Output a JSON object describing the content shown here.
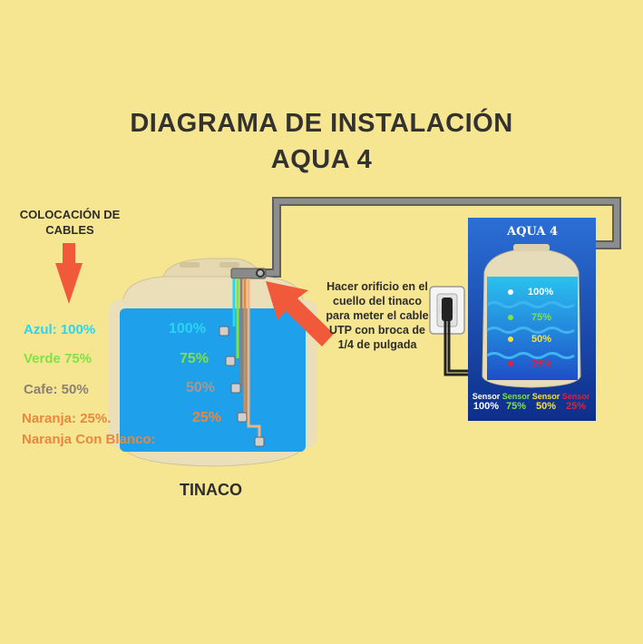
{
  "title": {
    "line1": "DIAGRAMA DE INSTALACIÓN",
    "line2": "AQUA 4"
  },
  "cable_placement": {
    "heading": "COLOCACIÓN DE CABLES"
  },
  "cable_legend": [
    {
      "label": "Azul: 100%",
      "color": "#27d6f2"
    },
    {
      "label": "Verde 75%",
      "color": "#7fe247"
    },
    {
      "label": "Cafe: 50%",
      "color": "#8b8073"
    },
    {
      "label": "Naranja: 25%.",
      "color": "#e8883f"
    },
    {
      "label": "Naranja Con Blanco:",
      "color": "#e8883f"
    }
  ],
  "tank_levels": [
    {
      "label": "100%",
      "color": "#27d6f2"
    },
    {
      "label": "75%",
      "color": "#7fe247"
    },
    {
      "label": "50%",
      "color": "#a49b8e"
    },
    {
      "label": "25%",
      "color": "#e8883f"
    }
  ],
  "tank_label": "TINACO",
  "drill_note": "Hacer orificio en el cuello del tinaco para meter el cable UTP con broca de 1/4 de pulgada",
  "panel": {
    "title": "AQUA 4",
    "levels": [
      {
        "label": "100%",
        "color": "#ffffff"
      },
      {
        "label": "75%",
        "color": "#7fe247"
      },
      {
        "label": "50%",
        "color": "#f7e23a"
      },
      {
        "label": "25%",
        "color": "#e0203c"
      }
    ],
    "sensors": [
      {
        "word": "Sensor",
        "value": "100%",
        "word_color": "#ffffff",
        "value_color": "#ffffff"
      },
      {
        "word": "Sensor",
        "value": "75%",
        "word_color": "#7fe247",
        "value_color": "#7fe247"
      },
      {
        "word": "Sensor",
        "value": "50%",
        "word_color": "#f7e23a",
        "value_color": "#f7e23a"
      },
      {
        "word": "Sensor",
        "value": "25%",
        "word_color": "#e0203c",
        "value_color": "#e0203c"
      }
    ]
  },
  "colors": {
    "background": "#f6e692",
    "water": "#1fa0ea",
    "tank": "#eadfb9",
    "pipe": "#7a7a7a",
    "arrow": "#f05a3a",
    "panel": "#1646a8"
  }
}
